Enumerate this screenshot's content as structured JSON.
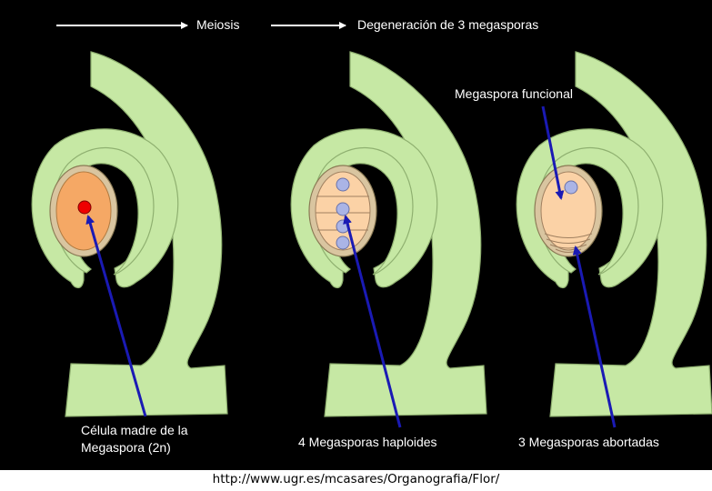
{
  "header": {
    "step1": "Meiosis",
    "step2": "Degeneración de 3 megasporas"
  },
  "labels": {
    "madre_line1": "Célula madre de la",
    "madre_line2": "Megaspora (2n)",
    "haploides": "4 Megasporas haploides",
    "funcional": "Megaspora funcional",
    "abortadas": "3 Megasporas abortadas"
  },
  "source": "http://www.ugr.es/mcasares/Organografia/Flor/",
  "colors": {
    "background": "#000000",
    "tissue": "#c6e8a4",
    "nucellus": "#d9c5a0",
    "mother_cell": "#f5a865",
    "megaspore": "#fbd2a6",
    "nucleus_red": "#ee0000",
    "nucleus": "#aab4e6",
    "pointer_arrow": "#1a1ab4",
    "text": "#ffffff"
  }
}
